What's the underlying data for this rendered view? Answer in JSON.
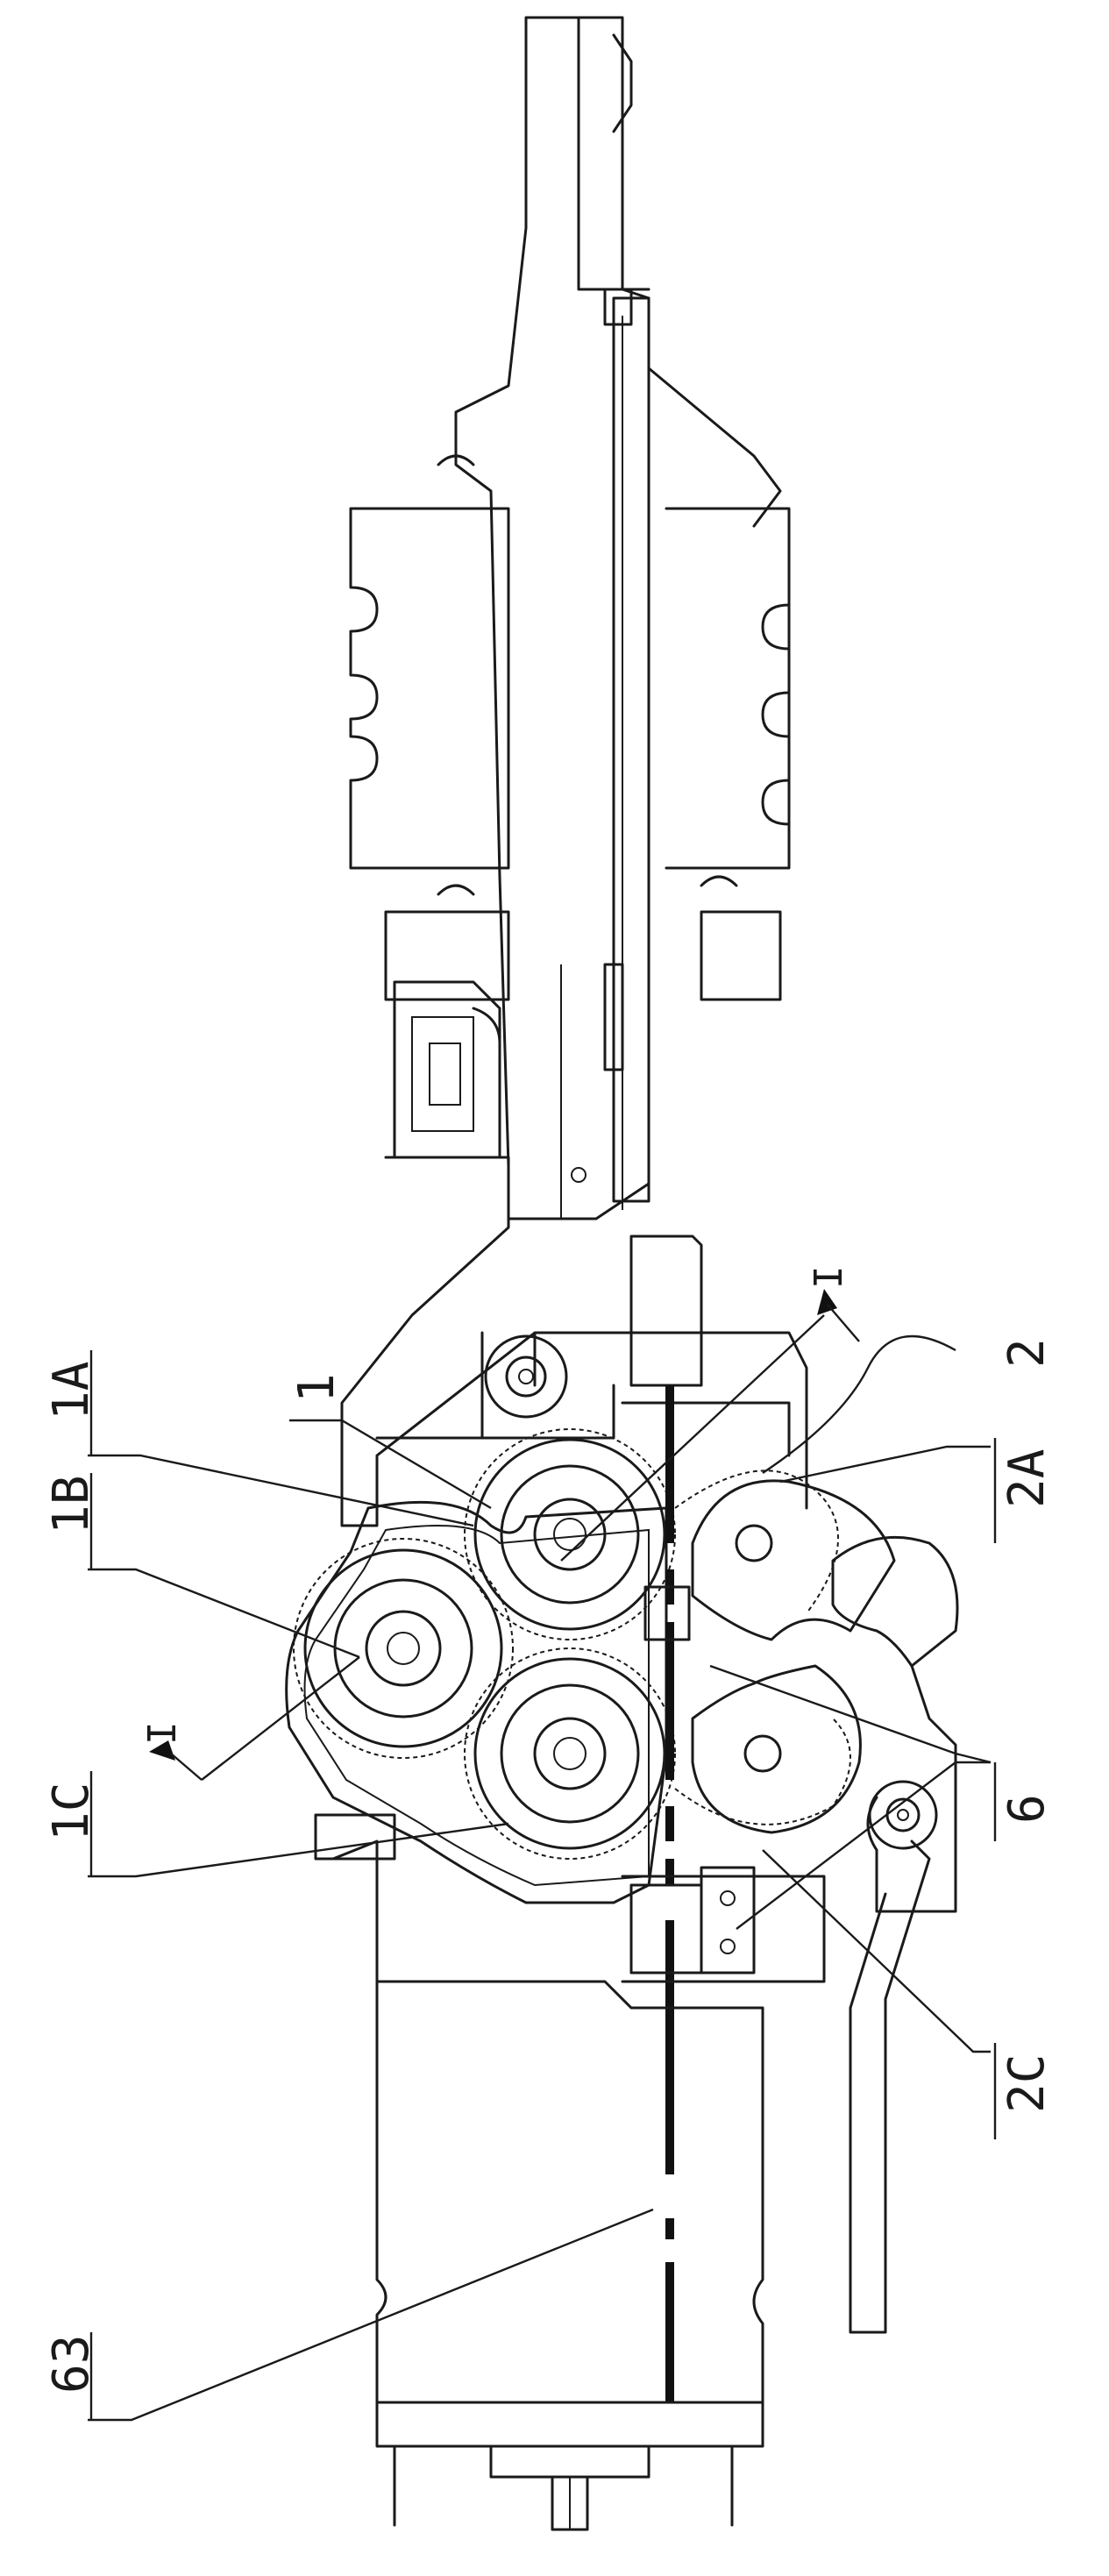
{
  "labels": {
    "part_1": "1",
    "part_1A": "1A",
    "part_1B": "1B",
    "part_1C": "1C",
    "part_2": "2",
    "part_2A": "2A",
    "part_2C": "2C",
    "part_6": "6",
    "part_63": "63",
    "section_mark_top": "I",
    "section_mark_bottom": "I"
  },
  "colors": {
    "line": "#1a1a1a",
    "background": "#ffffff"
  }
}
